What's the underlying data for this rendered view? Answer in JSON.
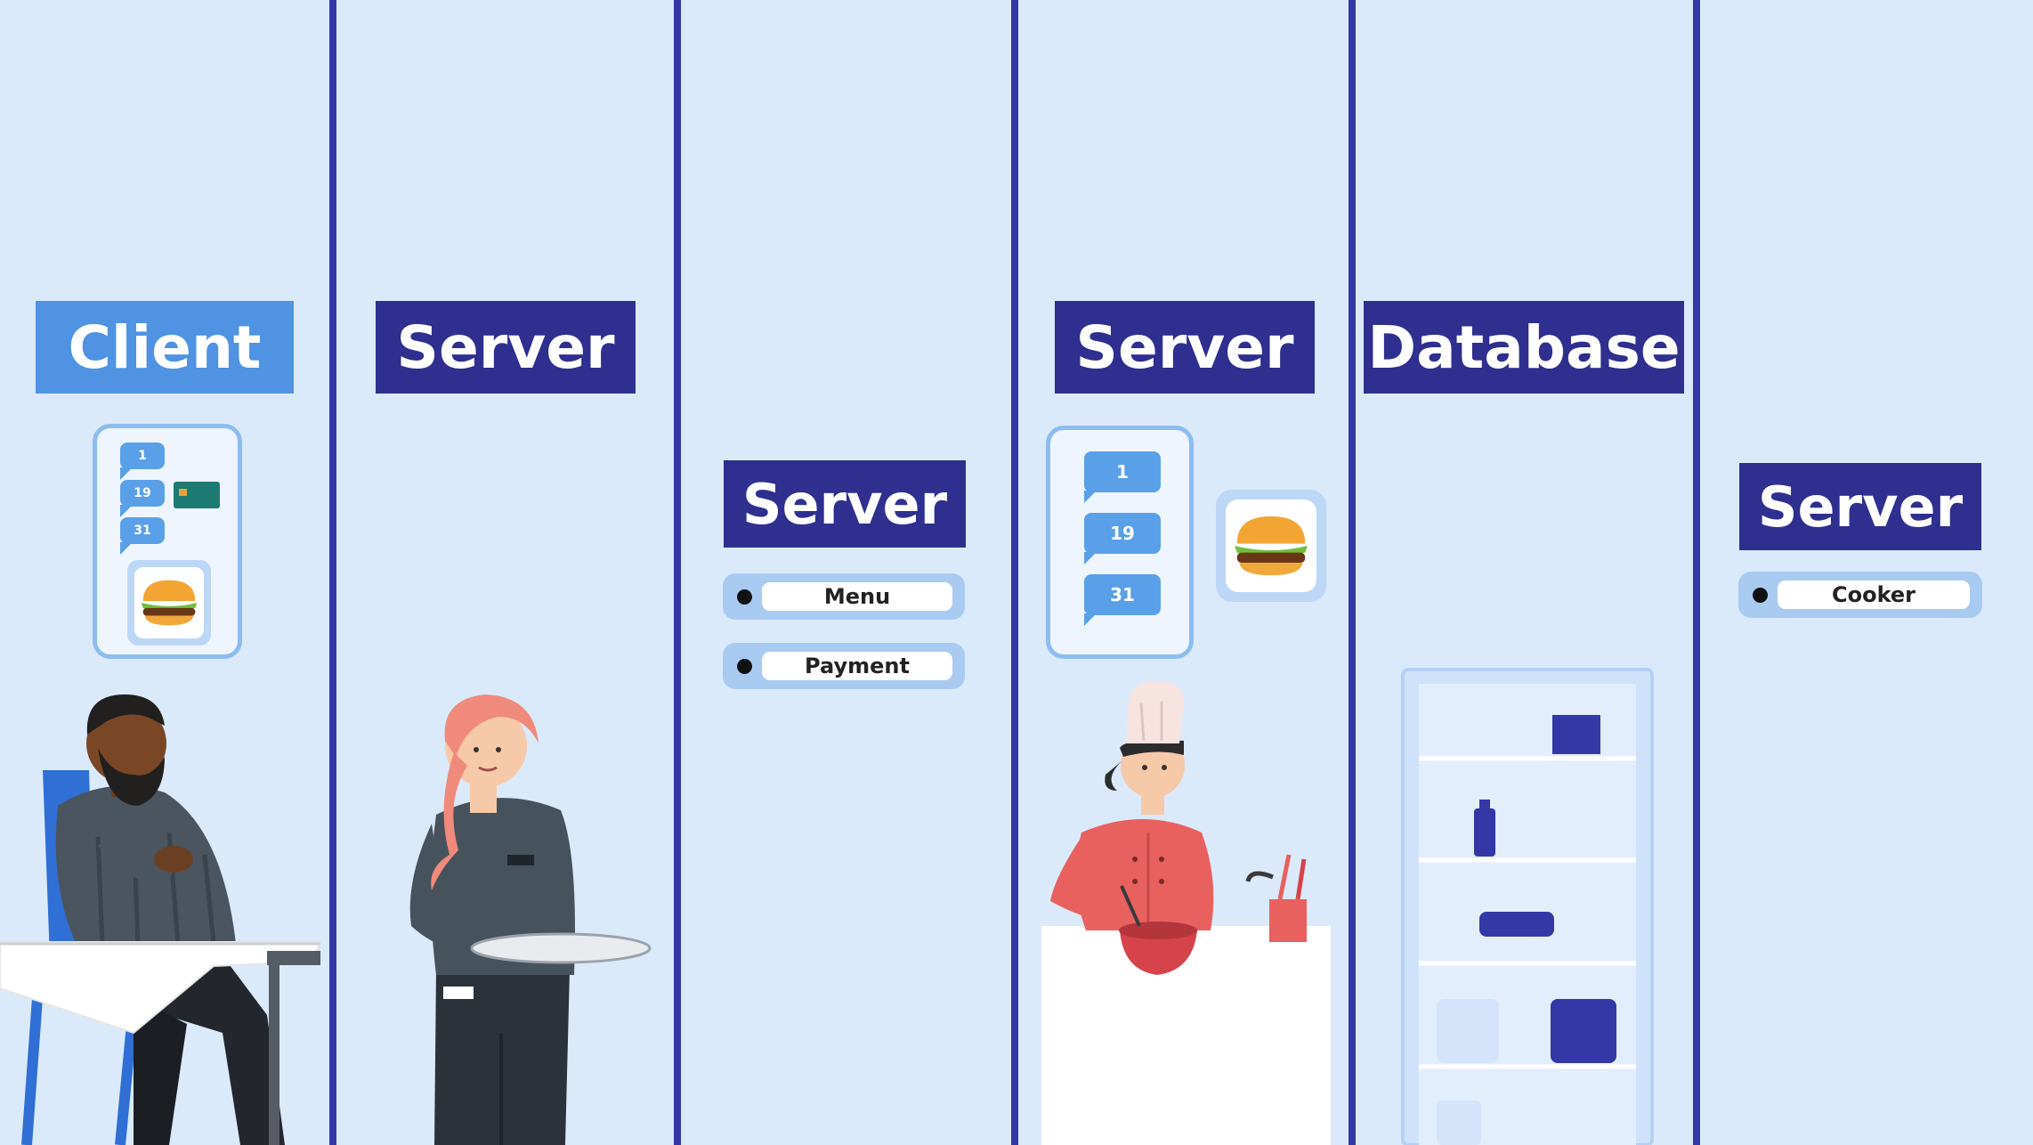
{
  "lanes": [
    {
      "title": "Client"
    },
    {
      "title": "Server"
    },
    {
      "title": "Server",
      "items": [
        "Menu",
        "Payment"
      ]
    },
    {
      "title": "Server"
    },
    {
      "title": "Database"
    },
    {
      "title": "Server",
      "items": [
        "Cooker"
      ]
    }
  ],
  "client_order": {
    "items": [
      "1",
      "19",
      "31"
    ]
  },
  "server_order": {
    "items": [
      "1",
      "19",
      "31"
    ]
  },
  "colors": {
    "background": "#dbeafb",
    "divider": "#3437a6",
    "title_dark": "#2e2f8f",
    "title_light": "#4f93e2",
    "shelf_box": "#3437a6"
  },
  "icons": [
    "burger-icon",
    "credit-card-icon",
    "chat-bubble-icon"
  ]
}
